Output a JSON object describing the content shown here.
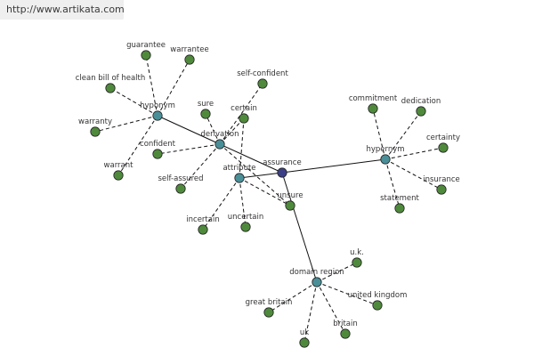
{
  "site_url": "http://www.artikata.com",
  "colors": {
    "center": "#3b3f86",
    "relation": "#4a8f98",
    "word": "#4f8a3c",
    "edge": "#111111"
  },
  "nodes": [
    {
      "id": "assurance",
      "label": "assurance",
      "kind": "center"
    },
    {
      "id": "hyponym",
      "label": "hyponym",
      "kind": "relation"
    },
    {
      "id": "derivation",
      "label": "derivation",
      "kind": "relation"
    },
    {
      "id": "attribute",
      "label": "attribute",
      "kind": "relation"
    },
    {
      "id": "hypernym",
      "label": "hypernym",
      "kind": "relation"
    },
    {
      "id": "domain-region",
      "label": "domain region",
      "kind": "relation"
    },
    {
      "id": "unsure",
      "label": "unsure",
      "kind": "word"
    },
    {
      "id": "guarantee",
      "label": "guarantee",
      "kind": "word"
    },
    {
      "id": "warrantee",
      "label": "warrantee",
      "kind": "word"
    },
    {
      "id": "clean-bill-of-health",
      "label": "clean bill of health",
      "kind": "word"
    },
    {
      "id": "warranty",
      "label": "warranty",
      "kind": "word"
    },
    {
      "id": "warrant",
      "label": "warrant",
      "kind": "word"
    },
    {
      "id": "self-confident",
      "label": "self-confident",
      "kind": "word"
    },
    {
      "id": "sure",
      "label": "sure",
      "kind": "word"
    },
    {
      "id": "certain",
      "label": "certain",
      "kind": "word"
    },
    {
      "id": "confident",
      "label": "confident",
      "kind": "word"
    },
    {
      "id": "self-assured",
      "label": "self-assured",
      "kind": "word"
    },
    {
      "id": "incertain",
      "label": "incertain",
      "kind": "word"
    },
    {
      "id": "uncertain",
      "label": "uncertain",
      "kind": "word"
    },
    {
      "id": "commitment",
      "label": "commitment",
      "kind": "word"
    },
    {
      "id": "dedication",
      "label": "dedication",
      "kind": "word"
    },
    {
      "id": "certainty",
      "label": "certainty",
      "kind": "word"
    },
    {
      "id": "insurance",
      "label": "insurance",
      "kind": "word"
    },
    {
      "id": "statement",
      "label": "statement",
      "kind": "word"
    },
    {
      "id": "uk-dots",
      "label": "u.k.",
      "kind": "word"
    },
    {
      "id": "united-kingdom",
      "label": "united kingdom",
      "kind": "word"
    },
    {
      "id": "great-britain",
      "label": "great britain",
      "kind": "word"
    },
    {
      "id": "uk",
      "label": "uk",
      "kind": "word"
    },
    {
      "id": "britain",
      "label": "britain",
      "kind": "word"
    }
  ],
  "edges": [
    {
      "from": "assurance",
      "to": "derivation",
      "style": "solid"
    },
    {
      "from": "assurance",
      "to": "attribute",
      "style": "solid"
    },
    {
      "from": "assurance",
      "to": "hypernym",
      "style": "solid"
    },
    {
      "from": "assurance",
      "to": "domain-region",
      "style": "solid"
    },
    {
      "from": "derivation",
      "to": "hyponym",
      "style": "solid"
    },
    {
      "from": "hyponym",
      "to": "guarantee",
      "style": "dashed"
    },
    {
      "from": "hyponym",
      "to": "warrantee",
      "style": "dashed"
    },
    {
      "from": "hyponym",
      "to": "clean-bill-of-health",
      "style": "dashed"
    },
    {
      "from": "hyponym",
      "to": "warranty",
      "style": "dashed"
    },
    {
      "from": "hyponym",
      "to": "warrant",
      "style": "dashed"
    },
    {
      "from": "derivation",
      "to": "self-confident",
      "style": "dashed"
    },
    {
      "from": "derivation",
      "to": "sure",
      "style": "dashed"
    },
    {
      "from": "derivation",
      "to": "certain",
      "style": "dashed"
    },
    {
      "from": "derivation",
      "to": "confident",
      "style": "dashed"
    },
    {
      "from": "derivation",
      "to": "self-assured",
      "style": "dashed"
    },
    {
      "from": "derivation",
      "to": "unsure",
      "style": "dashed"
    },
    {
      "from": "attribute",
      "to": "certain",
      "style": "dashed"
    },
    {
      "from": "attribute",
      "to": "incertain",
      "style": "dashed"
    },
    {
      "from": "attribute",
      "to": "uncertain",
      "style": "dashed"
    },
    {
      "from": "attribute",
      "to": "unsure",
      "style": "dashed"
    },
    {
      "from": "hypernym",
      "to": "commitment",
      "style": "dashed"
    },
    {
      "from": "hypernym",
      "to": "dedication",
      "style": "dashed"
    },
    {
      "from": "hypernym",
      "to": "certainty",
      "style": "dashed"
    },
    {
      "from": "hypernym",
      "to": "insurance",
      "style": "dashed"
    },
    {
      "from": "hypernym",
      "to": "statement",
      "style": "dashed"
    },
    {
      "from": "domain-region",
      "to": "uk-dots",
      "style": "dashed"
    },
    {
      "from": "domain-region",
      "to": "united-kingdom",
      "style": "dashed"
    },
    {
      "from": "domain-region",
      "to": "great-britain",
      "style": "dashed"
    },
    {
      "from": "domain-region",
      "to": "uk",
      "style": "dashed"
    },
    {
      "from": "domain-region",
      "to": "britain",
      "style": "dashed"
    }
  ]
}
